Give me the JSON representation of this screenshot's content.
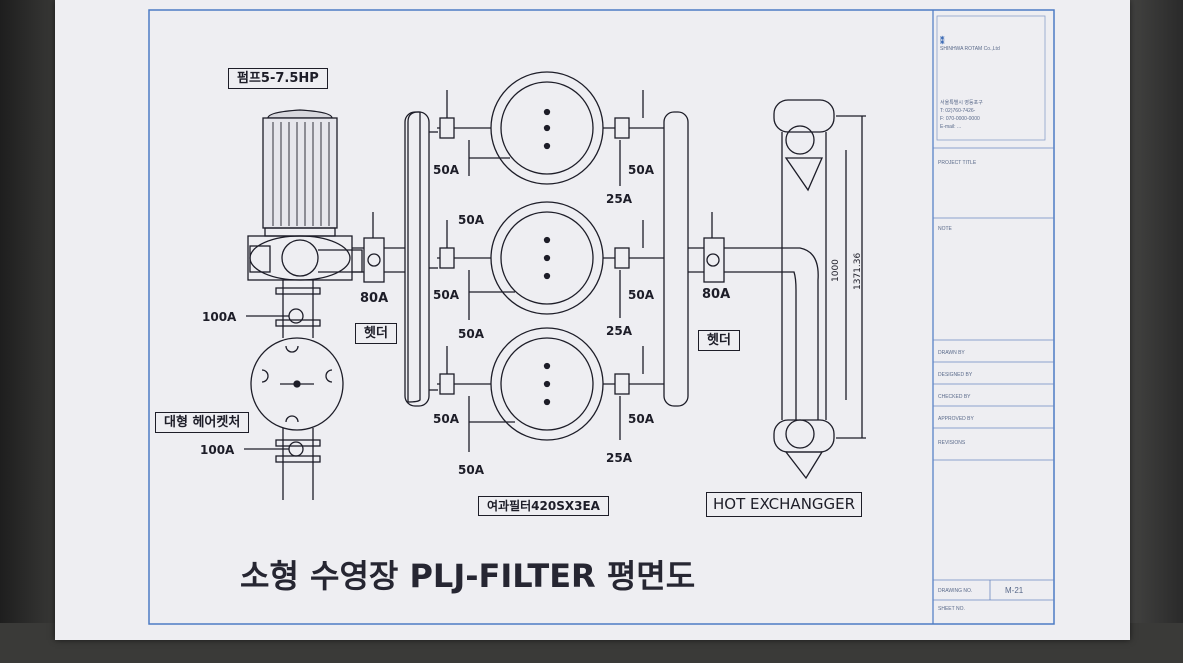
{
  "title": "소형 수영장 PLJ-FILTER 평면도",
  "labels": {
    "pump": "펌프5-7.5HP",
    "valve_100a_top": "100A",
    "valve_100a_bottom": "100A",
    "strainer": "대형 헤어켓처",
    "inlet_80a": "80A",
    "header_left": "헷더",
    "outlet_80a": "80A",
    "header_right": "헷더",
    "filters": "여과필터420SX3EA",
    "exchanger": "HOT EXCHANGGER",
    "f1_left": "50A",
    "f1_bottom": "50A",
    "f1_right": "50A",
    "f1_right_small": "25A",
    "f2_left": "50A",
    "f2_bottom": "50A",
    "f2_right": "50A",
    "f2_right_small": "25A",
    "f3_left": "50A",
    "f3_bottom": "50A",
    "f3_right": "50A",
    "f3_right_small": "25A",
    "dim_1000": "1000",
    "dim_1371": "1371.36"
  },
  "title_block": {
    "company": "SHINHWA ROTAM Co.,Ltd",
    "address_lines": [
      "서울특별시 영등포구",
      "T: 02)760-7426-",
      "F: 070-0000-0000",
      "E-mail: ..."
    ],
    "project_title": "PROJECT TITLE",
    "note": "NOTE",
    "drawn_by": "DRAWN BY",
    "designed_by": "DESIGNED BY",
    "checked_by": "CHECKED BY",
    "approved_by": "APPROVED BY",
    "revisions": "REVISIONS",
    "drawing_no_label": "DRAWING NO.",
    "drawing_no": "M-21",
    "sheet_no_label": "SHEET NO."
  },
  "colors": {
    "ink": "#1d1d28",
    "border": "#4d7bc4",
    "paper": "#eeeef2",
    "line": "#6b6b78"
  }
}
